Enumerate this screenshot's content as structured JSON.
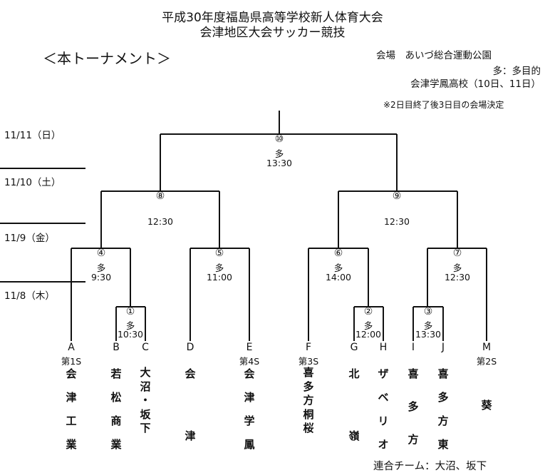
{
  "title": {
    "line1": "平成30年度福島県高等学校新人体育大会",
    "line2": "会津地区大会サッカー競技"
  },
  "subtitle": "＜本トーナメント＞",
  "venue": {
    "main": "会場　あいづ総合運動公園",
    "multi": "多：多目的",
    "school": "会津学鳳高校（10日、11日）",
    "note": "※2日目終了後3日目の会場決定"
  },
  "dates": [
    "11/11（日）",
    "11/10（土）",
    "11/9（金）",
    "11/8（木）"
  ],
  "matches": {
    "m1": {
      "num": "①",
      "venue": "多",
      "time": "10:30"
    },
    "m2": {
      "num": "②",
      "venue": "多",
      "time": "12:00"
    },
    "m3": {
      "num": "③",
      "venue": "多",
      "time": "13:30"
    },
    "m4": {
      "num": "④",
      "venue": "多",
      "time": "9:30"
    },
    "m5": {
      "num": "⑤",
      "venue": "多",
      "time": "11:00"
    },
    "m6": {
      "num": "⑥",
      "venue": "多",
      "time": "14:00"
    },
    "m7": {
      "num": "⑦",
      "venue": "多",
      "time": "12:30"
    },
    "m8": {
      "num": "⑧",
      "time": "12:30"
    },
    "m9": {
      "num": "⑨",
      "time": "12:30"
    },
    "m10": {
      "num": "⑩",
      "venue": "多",
      "time": "13:30"
    }
  },
  "teams": [
    {
      "letter": "A",
      "seed": "第1S",
      "name": "会津工業"
    },
    {
      "letter": "B",
      "seed": "",
      "name": "若松商業"
    },
    {
      "letter": "C",
      "seed": "",
      "name": "大沼・坂下"
    },
    {
      "letter": "D",
      "seed": "",
      "name": "会津"
    },
    {
      "letter": "E",
      "seed": "第4S",
      "name": "会津学鳳"
    },
    {
      "letter": "F",
      "seed": "第3S",
      "name": "喜多方桐桜"
    },
    {
      "letter": "G",
      "seed": "",
      "name": "北嶺"
    },
    {
      "letter": "H",
      "seed": "",
      "name": "ザベリオ"
    },
    {
      "letter": "I",
      "seed": "",
      "name": "喜多方"
    },
    {
      "letter": "J",
      "seed": "",
      "name": "喜多方東"
    },
    {
      "letter": "M",
      "seed": "第2S",
      "name": "葵"
    }
  ],
  "footer": "連合チーム：大沼、坂下"
}
